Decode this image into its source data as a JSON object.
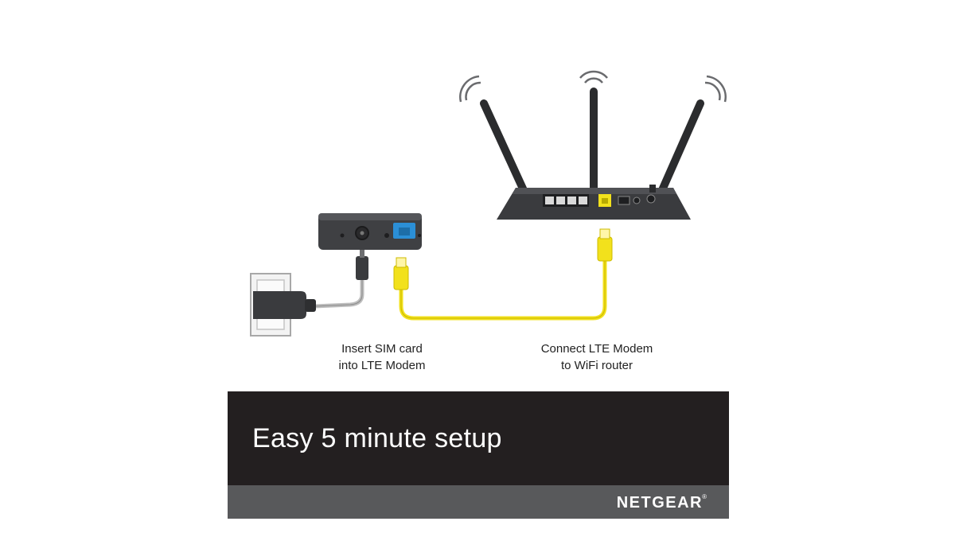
{
  "steps": [
    {
      "lines": [
        "Insert SIM card",
        "into LTE Modem"
      ]
    },
    {
      "lines": [
        "Connect LTE Modem",
        "to WiFi router"
      ]
    }
  ],
  "banner": {
    "title": "Easy 5 minute setup",
    "brand": "NETGEAR",
    "brand_mark": "®"
  },
  "colors": {
    "cable": "#f2e11c",
    "device": "#3f4043",
    "port_blue": "#2b8fd6",
    "banner_dark": "#231f20",
    "banner_gray": "#58595b"
  }
}
